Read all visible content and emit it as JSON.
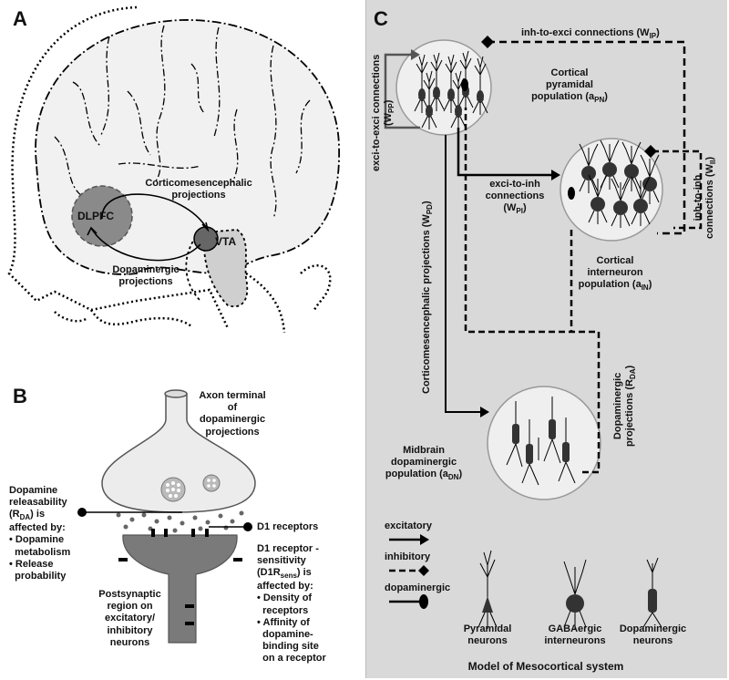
{
  "panel_a": {
    "letter": "A",
    "labels": {
      "dlpfc": "DLPFC",
      "vta": "VTA",
      "corticomesencephalic_line1": "Corticomesencephalic",
      "corticomesencephalic_line2": "projections",
      "dopaminergic_line1": "Dopaminergic",
      "dopaminergic_line2": "projections"
    }
  },
  "panel_b": {
    "letter": "B",
    "axon_terminal": [
      "Axon terminal",
      "of",
      "dopaminergic",
      "projections"
    ],
    "release_title": [
      "Dopamine",
      "releasability"
    ],
    "release_var": "(R",
    "release_sub": "DA",
    "release_var_end": ") is",
    "release_affected": "affected by:",
    "release_bullets": [
      "• Dopamine",
      "  metabolism",
      "• Release",
      "  probability"
    ],
    "d1_receptors": "D1 receptors",
    "d1_title": [
      "D1 receptor -",
      "sensitivity"
    ],
    "d1_var": "(D1R",
    "d1_sub": "sens",
    "d1_var_end": ") is",
    "d1_affected": "affected by:",
    "d1_bullets": [
      "• Density of",
      "  receptors",
      "• Affinity of",
      "  dopamine-",
      "  binding site",
      "  on a receptor"
    ],
    "postsynaptic": [
      "Postsynaptic",
      "region on",
      "excitatory/",
      "inhibitory",
      "neurons"
    ]
  },
  "panel_c": {
    "letter": "C",
    "inh_to_exci": "inh-to-exci connections  (W",
    "inh_to_exci_sub": "IP",
    "exci_to_exci_line1": "exci-to-exci connections",
    "exci_to_exci_line2": "(W",
    "exci_to_exci_sub": "PP",
    "cortical_pyramidal": [
      "Cortical",
      "pyramidal",
      "population (a"
    ],
    "cortical_pyramidal_sub": "PN",
    "exci_to_inh": [
      "exci-to-inh",
      "connections"
    ],
    "exci_to_inh_var": "(W",
    "exci_to_inh_sub": "PI",
    "inh_to_inh_line1": "inh-to-inh",
    "inh_to_inh_line2": "connections (W",
    "inh_to_inh_sub": "II",
    "cortical_interneuron": [
      "Cortical",
      "interneuron",
      "population (a"
    ],
    "cortical_interneuron_sub": "IN",
    "corticomesencephalic_proj": "Corticomesencephalic projections  (W",
    "corticomesencephalic_sub": "PD",
    "dopaminergic_proj_line1": "Dopaminergic",
    "dopaminergic_proj_line2": "projections (R",
    "dopaminergic_proj_sub": "DA",
    "midbrain": [
      "Midbrain",
      "dopaminergic",
      "population (a"
    ],
    "midbrain_sub": "DN",
    "legend": {
      "excitatory": "excitatory",
      "inhibitory": "inhibitory",
      "dopaminergic": "dopaminergic"
    },
    "neuron_types": {
      "pyramidal": [
        "Pyramidal",
        "neurons"
      ],
      "gaba": [
        "GABAergic",
        "interneurons"
      ],
      "dopaminergic": [
        "Dopaminergic",
        "neurons"
      ]
    },
    "model_title": "Model of Mesocortical system",
    "background_color": "#d9d9d9"
  }
}
